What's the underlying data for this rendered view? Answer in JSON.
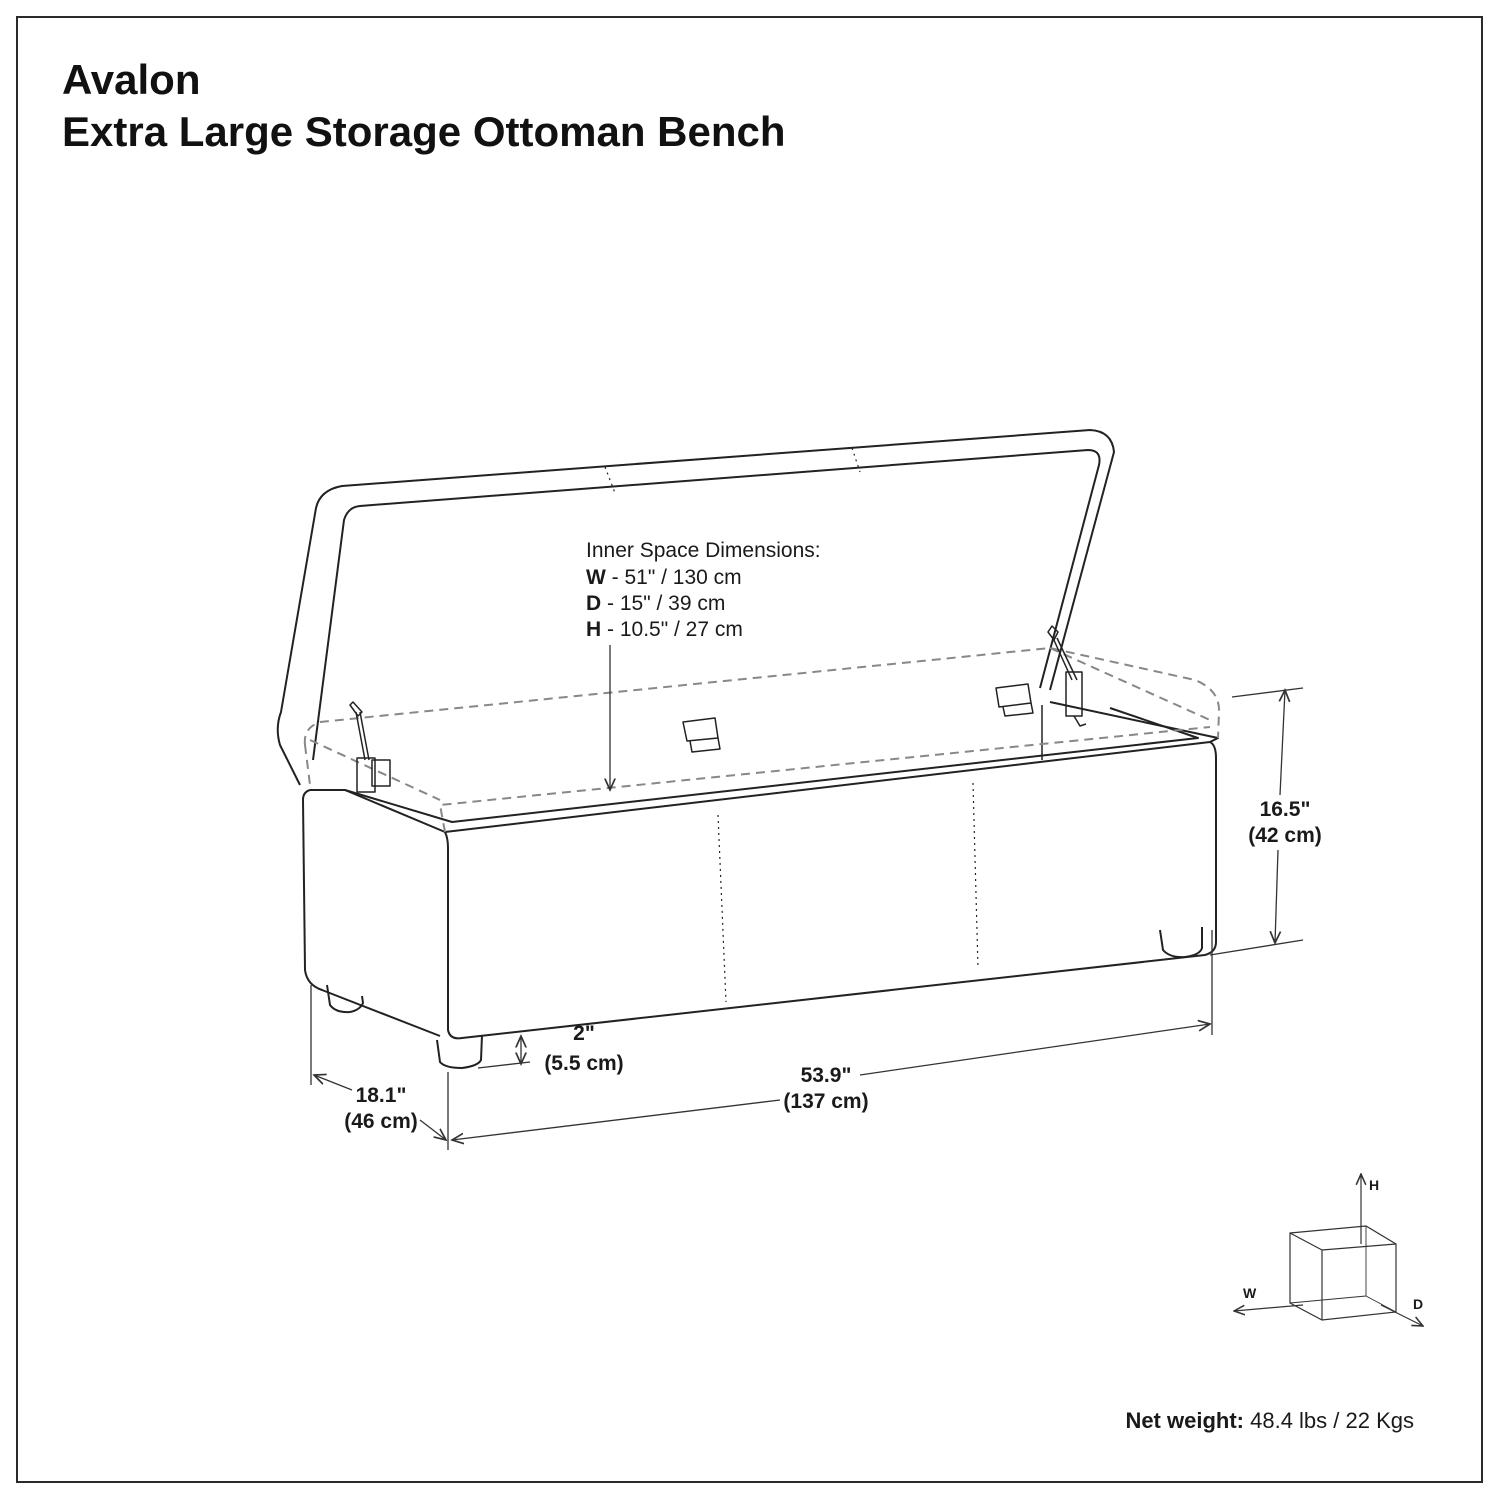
{
  "title": {
    "line1": "Avalon",
    "line2": "Extra Large Storage Ottoman Bench"
  },
  "inner_space": {
    "heading": "Inner Space Dimensions:",
    "rows": [
      {
        "key": "W",
        "value": " - 51\" / 130 cm"
      },
      {
        "key": "D",
        "value": " - 15\" / 39 cm"
      },
      {
        "key": "H",
        "value": " - 10.5\" / 27 cm"
      }
    ]
  },
  "dimensions": {
    "height": {
      "imperial": "16.5\"",
      "metric": "(42 cm)"
    },
    "width": {
      "imperial": "53.9\"",
      "metric": "(137 cm)"
    },
    "depth": {
      "imperial": "18.1\"",
      "metric": "(46 cm)"
    },
    "leg": {
      "imperial": "2\"",
      "metric": "(5.5 cm)"
    }
  },
  "axis_legend": {
    "h": "H",
    "w": "W",
    "d": "D"
  },
  "net_weight": {
    "label": "Net weight:",
    "value": " 48.4 lbs / 22 Kgs"
  }
}
